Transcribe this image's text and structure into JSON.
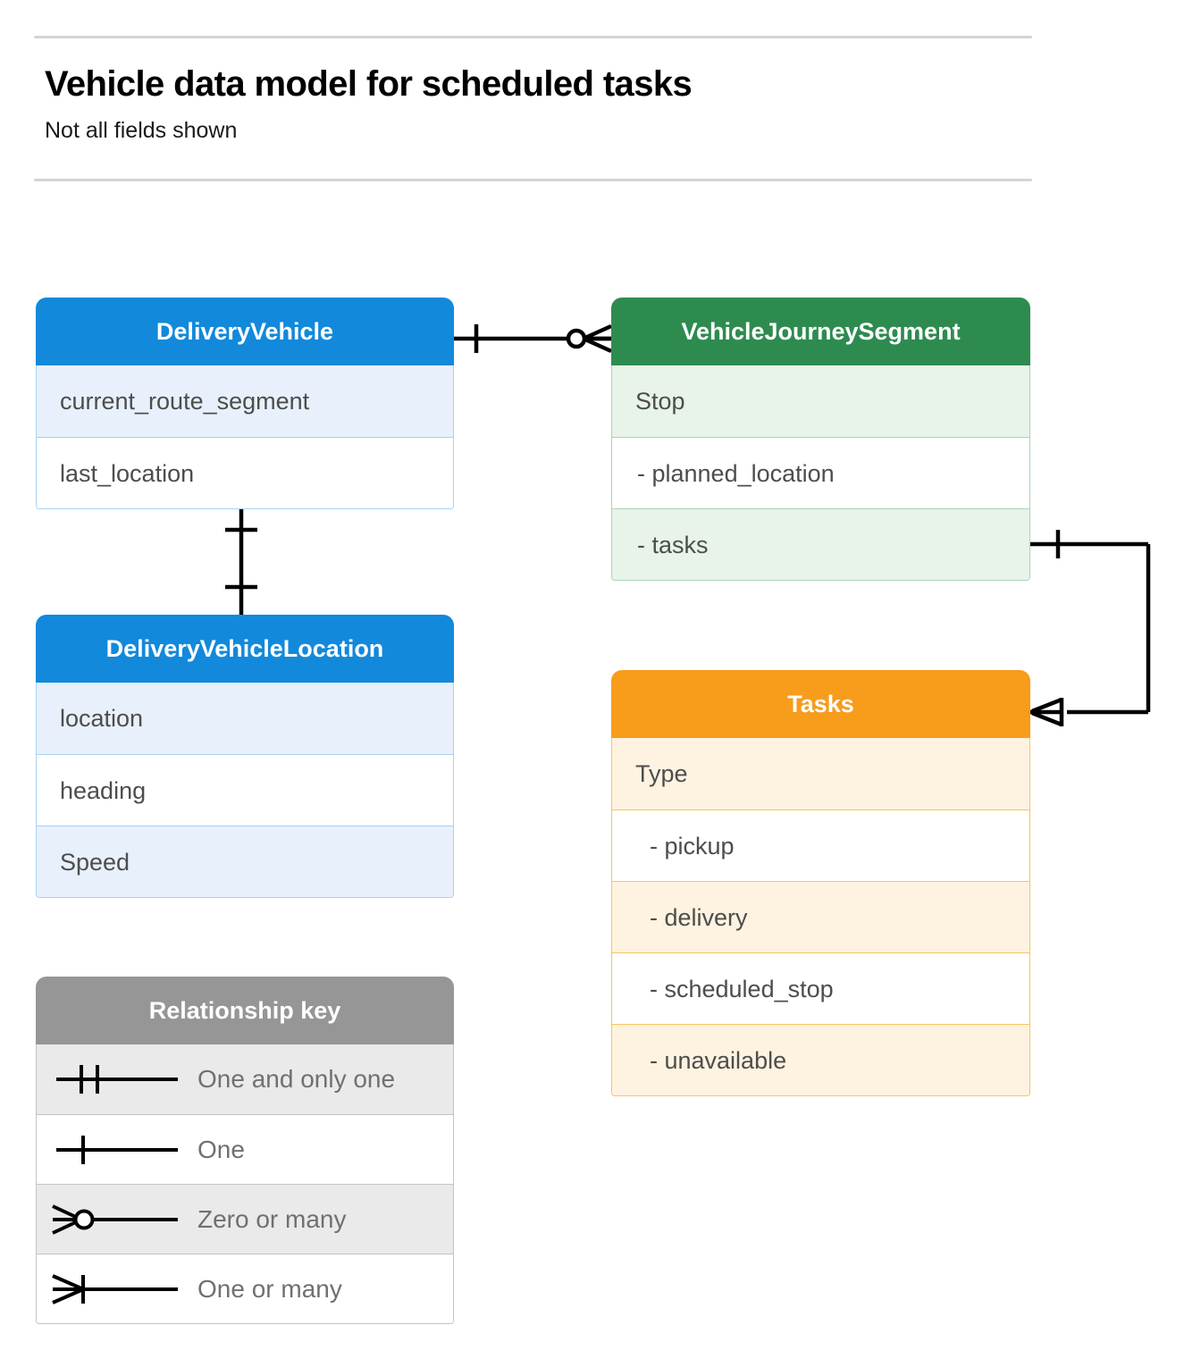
{
  "header": {
    "title": "Vehicle data model for scheduled tasks",
    "subtitle": "Not all fields shown"
  },
  "entities": [
    {
      "id": "delivery-vehicle",
      "name": "DeliveryVehicle",
      "color": "#1289db",
      "rows": [
        "current_route_segment",
        "last_location"
      ]
    },
    {
      "id": "vehicle-journey-segment",
      "name": "VehicleJourneySegment",
      "color": "#2e8b4f",
      "rows": [
        "Stop",
        "-  planned_location",
        "- tasks"
      ]
    },
    {
      "id": "delivery-vehicle-location",
      "name": "DeliveryVehicleLocation",
      "color": "#1289db",
      "rows": [
        "location",
        "heading",
        "Speed"
      ]
    },
    {
      "id": "tasks",
      "name": "Tasks",
      "color": "#f89c1c",
      "rows": [
        "Type",
        "-   pickup",
        "-   delivery",
        "-   scheduled_stop",
        "-   unavailable"
      ]
    }
  ],
  "legend": {
    "title": "Relationship key",
    "items": [
      {
        "symbol": "one-and-only-one",
        "label": "One and only one"
      },
      {
        "symbol": "one",
        "label": "One"
      },
      {
        "symbol": "zero-or-many",
        "label": "Zero or many"
      },
      {
        "symbol": "one-or-many",
        "label": "One or many"
      }
    ]
  },
  "relationships": [
    {
      "id": "vehicle-to-journey-segment",
      "from": "DeliveryVehicle",
      "to": "VehicleJourneySegment",
      "from_cardinality": "One",
      "to_cardinality": "Zero or many"
    },
    {
      "id": "vehicle-to-vehicle-location",
      "from": "DeliveryVehicle",
      "to": "DeliveryVehicleLocation",
      "from_cardinality": "One",
      "to_cardinality": "One"
    },
    {
      "id": "journey-segment-tasks-to-tasks",
      "from": "VehicleJourneySegment.tasks",
      "to": "Tasks",
      "from_cardinality": "One",
      "to_cardinality": "One or many"
    }
  ]
}
